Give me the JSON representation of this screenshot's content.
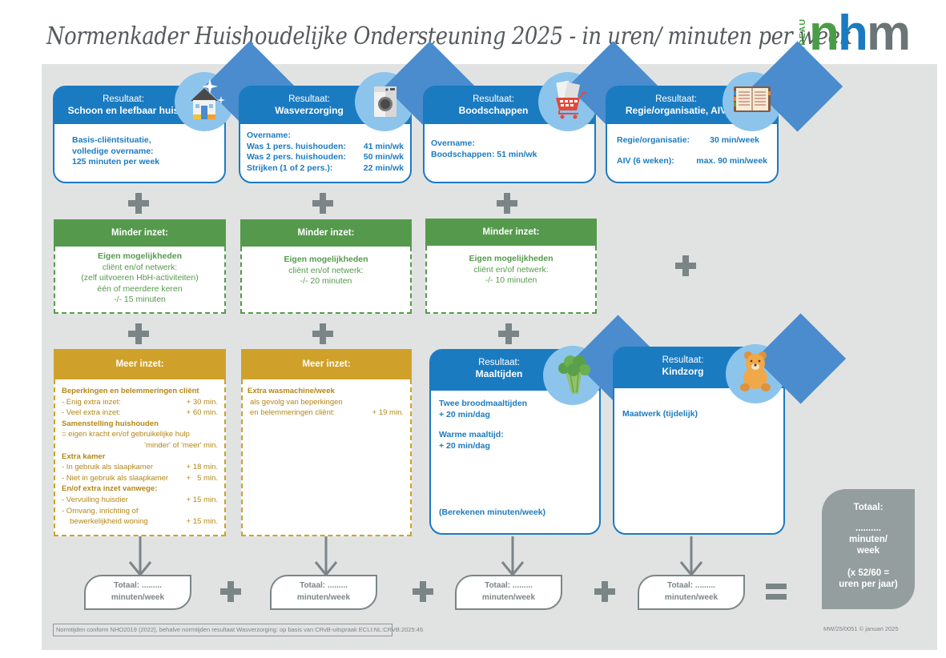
{
  "title": "Normenkader Huishoudelijke Ondersteuning 2025 - in uren/ minuten per week",
  "logo": {
    "prefix": "BUREAU",
    "letters": [
      "n",
      "h",
      "m"
    ],
    "colors": [
      "#4a9d47",
      "#1b7bc0",
      "#6b7577"
    ]
  },
  "colors": {
    "blue": "#1b7bc0",
    "green": "#559a4c",
    "gold": "#d0a12a",
    "grey": "#7b8587",
    "panel": "#e1e3e3"
  },
  "results_top": [
    {
      "label": "Resultaat:",
      "name": "Schoon en leefbaar huis",
      "icon": "house-icon",
      "lines": [
        "Basis-cliëntsituatie,",
        "volledige overname:",
        "125 minuten per week"
      ]
    },
    {
      "label": "Resultaat:",
      "name": "Wasverzorging",
      "icon": "washing-machine-icon",
      "heading": "Overname:",
      "rows": [
        {
          "label": "Was 1 pers. huishouden:",
          "value": "41 min/wk"
        },
        {
          "label": "Was 2 pers. huishouden:",
          "value": "50 min/wk"
        },
        {
          "label": "Strijken (1 of 2 pers.):",
          "value": "22 min/wk"
        }
      ]
    },
    {
      "label": "Resultaat:",
      "name": "Boodschappen",
      "icon": "shopping-cart-icon",
      "heading": "Overname:",
      "line": "Boodschappen:  51 min/wk"
    },
    {
      "label": "Resultaat:",
      "name": "Regie/organisatie, AIV",
      "icon": "agenda-icon",
      "rows": [
        {
          "label": "Regie/organisatie:",
          "value": "30 min/week"
        },
        {
          "label": "AIV (6 weken):",
          "value": "max. 90 min/week"
        }
      ]
    }
  ],
  "minder_inzet": [
    {
      "title": "Minder inzet:",
      "bold": "Eigen mogelijkheden",
      "lines": [
        "cliënt en/of netwerk:",
        "(zelf uitvoeren HbH-activiteiten)",
        "één of meerdere keren",
        "-/- 15 minuten"
      ]
    },
    {
      "title": "Minder inzet:",
      "bold": "Eigen mogelijkheden",
      "lines": [
        "cliënt en/of netwerk:",
        "-/- 20 minuten"
      ]
    },
    {
      "title": "Minder inzet:",
      "bold": "Eigen mogelijkheden",
      "lines": [
        "cliënt en/of netwerk:",
        "-/- 10 minuten"
      ]
    }
  ],
  "meer_inzet": [
    {
      "title": "Meer inzet:",
      "sections": [
        {
          "heading": "Beperkingen en belemmeringen cliënt",
          "rows": [
            {
              "label": "- Enig extra inzet:",
              "value": "+ 30 min."
            },
            {
              "label": "- Veel extra inzet:",
              "value": "+ 60 min."
            }
          ]
        },
        {
          "heading": "Samenstelling huishouden",
          "text": "= eigen kracht en/of gebruikelijke hulp",
          "text_right": "'minder' of 'meer' min."
        },
        {
          "heading": "Extra kamer",
          "rows": [
            {
              "label": "- In gebruik als slaapkamer",
              "value": "+ 18 min."
            },
            {
              "label": "- Niet in gebruik als slaapkamer",
              "value": "+   5 min."
            }
          ]
        },
        {
          "heading": "En/of extra inzet vanwege:",
          "rows": [
            {
              "label": "- Vervuiling huisdier",
              "value": "+ 15 min."
            },
            {
              "label": "- Omvang, inrichting of",
              "value": ""
            },
            {
              "label": "bewerkelijkheid woning",
              "value": "+ 15 min."
            }
          ]
        }
      ]
    },
    {
      "title": "Meer inzet:",
      "heading": "Extra wasmachine/week",
      "line1": "als gevolg van beperkingen",
      "line2": "en belemmeringen cliënt:",
      "value": "+ 19 min."
    }
  ],
  "results_bottom": [
    {
      "label": "Resultaat:",
      "name": "Maaltijden",
      "icon": "broccoli-icon",
      "lines": [
        "Twee broodmaaltijden",
        "+ 20 min/dag",
        "Warme maaltijd:",
        "+ 20 min/dag"
      ],
      "footer": "(Berekenen minuten/week)"
    },
    {
      "label": "Resultaat:",
      "name": "Kindzorg",
      "icon": "teddy-bear-icon",
      "line": "Maatwerk (tijdelijk)"
    }
  ],
  "totals": [
    {
      "line1": "Totaal: .........",
      "line2": "minuten/week"
    },
    {
      "line1": "Totaal: .........",
      "line2": "minuten/week"
    },
    {
      "line1": "Totaal: .........",
      "line2": "minuten/week"
    },
    {
      "line1": "Totaal: .........",
      "line2": "minuten/week"
    }
  ],
  "grand_total": {
    "title": "Totaal:",
    "dots": "..........",
    "line1": "minuten/",
    "line2": "week",
    "line3": "(x 52/60 =",
    "line4": "uren per jaar)"
  },
  "footnote": "Normtijden conform NHO2019 (2022), behalve normtijden resultaat Wasverzorging: op basis van CRvB-uitspraak ECLI:NL:CRVB:2025:46",
  "doc_id": "MW/25/0051 © januari 2025"
}
